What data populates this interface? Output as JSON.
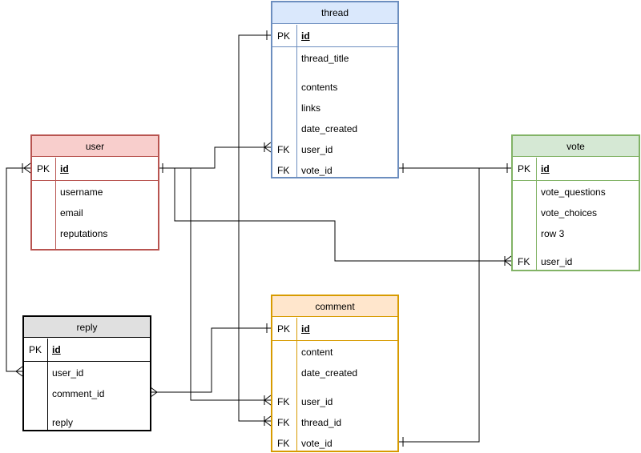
{
  "colors": {
    "user": {
      "stroke": "#b85450",
      "fill": "#f8cecc"
    },
    "thread": {
      "stroke": "#6c8ebf",
      "fill": "#dae8fc"
    },
    "vote": {
      "stroke": "#82b366",
      "fill": "#d5e8d4"
    },
    "comment": {
      "stroke": "#d79b00",
      "fill": "#ffe6cc"
    },
    "reply": {
      "stroke": "#000000",
      "fill": "#e0e0e0"
    }
  },
  "entities": {
    "thread": {
      "title": "thread",
      "pk": {
        "key": "PK",
        "name": "id"
      },
      "fields": [
        {
          "key": "",
          "name": "thread_title"
        },
        {
          "key": "",
          "name": "contents"
        },
        {
          "key": "",
          "name": "links"
        },
        {
          "key": "",
          "name": "date_created"
        },
        {
          "key": "FK",
          "name": "user_id"
        },
        {
          "key": "FK",
          "name": "vote_id"
        }
      ]
    },
    "user": {
      "title": "user",
      "pk": {
        "key": "PK",
        "name": "id"
      },
      "fields": [
        {
          "key": "",
          "name": "username"
        },
        {
          "key": "",
          "name": "email"
        },
        {
          "key": "",
          "name": "reputations"
        }
      ]
    },
    "vote": {
      "title": "vote",
      "pk": {
        "key": "PK",
        "name": "id"
      },
      "fields": [
        {
          "key": "",
          "name": "vote_questions"
        },
        {
          "key": "",
          "name": "vote_choices"
        },
        {
          "key": "",
          "name": "row 3"
        },
        {
          "key": "FK",
          "name": "user_id"
        }
      ]
    },
    "comment": {
      "title": "comment",
      "pk": {
        "key": "PK",
        "name": "id"
      },
      "fields": [
        {
          "key": "",
          "name": "content"
        },
        {
          "key": "",
          "name": "date_created"
        },
        {
          "key": "FK",
          "name": "user_id"
        },
        {
          "key": "FK",
          "name": "thread_id"
        },
        {
          "key": "FK",
          "name": "vote_id"
        }
      ]
    },
    "reply": {
      "title": "reply",
      "pk": {
        "key": "PK",
        "name": "id"
      },
      "fields": [
        {
          "key": "",
          "name": "user_id"
        },
        {
          "key": "",
          "name": "comment_id"
        },
        {
          "key": "",
          "name": "reply"
        }
      ]
    }
  }
}
